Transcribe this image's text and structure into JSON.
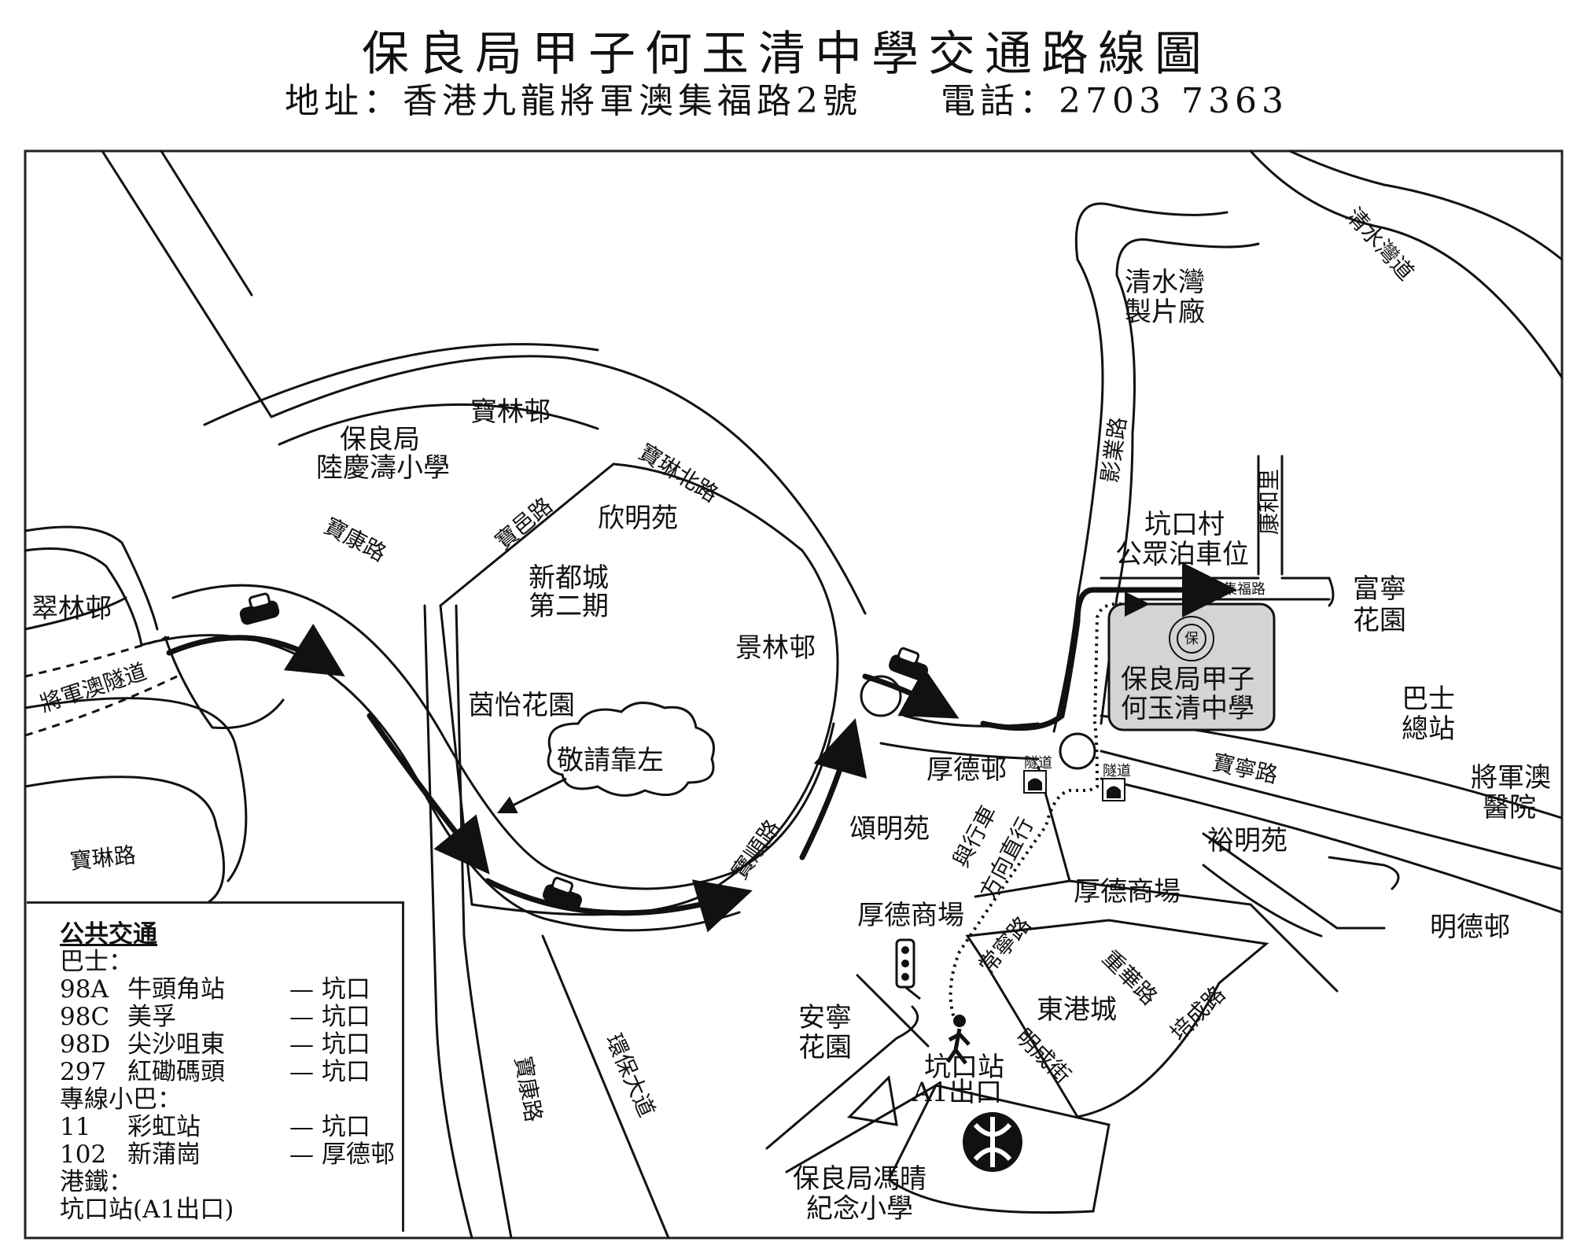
{
  "header": {
    "title": "保良局甲子何玉清中學交通路線圖",
    "address": "地址：香港九龍將軍澳集福路2號",
    "phone": "電話：2703 7363"
  },
  "places": {
    "baolin_estate": "寶林邨",
    "po_leung_kuk_primary_1": "保良局",
    "po_leung_kuk_primary_2": "陸慶濤小學",
    "yan_ming_court": "欣明苑",
    "metro_city_1": "新都城",
    "metro_city_2": "第二期",
    "king_lam_estate": "景林邨",
    "yan_yee_garden": "茵怡花園",
    "chui_lam_estate": "翠林邨",
    "keep_left": "敬請靠左",
    "clear_water_bay_studio_1": "清水灣",
    "clear_water_bay_studio_2": "製片廠",
    "hang_hau_village_1": "坑口村",
    "hang_hau_village_2": "公眾泊車位",
    "fu_ning_garden_1": "富寧",
    "fu_ning_garden_2": "花園",
    "school_1": "保良局甲子",
    "school_2": "何玉清中學",
    "bus_terminus_1": "巴士",
    "bus_terminus_2": "總站",
    "hospital_1": "將軍澳",
    "hospital_2": "醫院",
    "hau_tak_estate": "厚德邨",
    "chung_ming_court": "頌明苑",
    "yu_ming_court": "裕明苑",
    "hau_tak_mall_left": "厚德商場",
    "hau_tak_mall_right": "厚德商場",
    "ming_tak_estate": "明德邨",
    "east_point_city": "東港城",
    "on_ning_garden_1": "安寧",
    "on_ning_garden_2": "花園",
    "hang_hau_station_1": "坑口站",
    "hang_hau_station_2": "A1出口",
    "fung_ching_primary_1": "保良局馮晴",
    "fung_ching_primary_2": "紀念小學",
    "walk_note_1": "與行車",
    "walk_note_2": "方向直行"
  },
  "roads": {
    "tko_tunnel": "將軍澳隧道",
    "po_lam_road": "寶琳路",
    "po_hong_road_1": "寶康路",
    "po_hong_road_2": "寶康路",
    "po_yap_road": "寶邑路",
    "po_lam_north_road": "寶琳北路",
    "po_shun_road": "寶順路",
    "wan_po_road": "環保大道",
    "clear_water_bay_road": "清水灣道",
    "ying_yip_road": "影業路",
    "hong_wo_lane": "康和里",
    "chap_fuk_road": "集福路",
    "po_ning_road": "寶寧路",
    "sheung_ning_road": "常寧路",
    "chung_wa_road": "重華路",
    "ming_shing_street": "明成街",
    "pui_shing_road": "培成路",
    "tunnel_1": "隧道",
    "tunnel_2": "隧道"
  },
  "legend": {
    "heading": "公共交通",
    "bus_label": "巴士：",
    "bus_routes": [
      {
        "route": "98A",
        "from": "牛頭角站",
        "to": "— 坑口"
      },
      {
        "route": "98C",
        "from": "美孚",
        "to": "— 坑口"
      },
      {
        "route": "98D",
        "from": "尖沙咀東",
        "to": "— 坑口"
      },
      {
        "route": "297",
        "from": "紅磡碼頭",
        "to": "— 坑口"
      }
    ],
    "minibus_label": "專線小巴：",
    "minibus_routes": [
      {
        "route": "11",
        "from": "彩虹站",
        "to": "— 坑口"
      },
      {
        "route": "102",
        "from": "新蒲崗",
        "to": "— 厚德邨"
      }
    ],
    "rail_label": "港鐵：",
    "rail_station": "坑口站(A1出口)"
  },
  "colors": {
    "line": "#111111",
    "school_fill": "#d4d4d4",
    "mtr_fill": "#111111"
  }
}
